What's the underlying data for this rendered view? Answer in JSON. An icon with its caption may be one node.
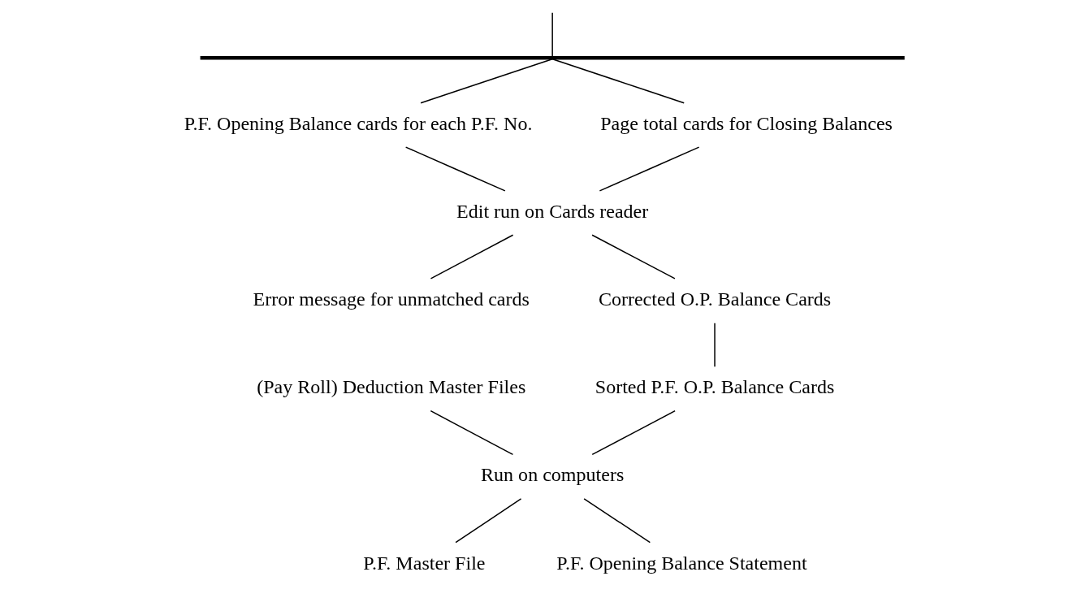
{
  "diagram": {
    "nodes": [
      {
        "text": [],
        "shape": "bar"
      },
      {
        "text": [
          "P.F. Opening Balance cards for each P.F. No."
        ]
      },
      {
        "text": [
          "Page total cards for Closing Balances"
        ]
      },
      {
        "text": [
          "Edit run on Cards reader"
        ]
      },
      {
        "text": [
          "Error message for unmatched cards"
        ]
      },
      {
        "text": [
          "Corrected O.P. Balance Cards"
        ]
      },
      {
        "text": [
          "Sorted P.F. O.P. Balance Cards"
        ]
      },
      {
        "text": [
          "(Pay Roll) Deduction Master Files"
        ]
      },
      {
        "text": [
          "Run on computers"
        ]
      },
      {
        "text": [
          "P.F. Master File"
        ]
      },
      {
        "text": [
          "P.F. Opening Balance Statement"
        ]
      }
    ],
    "edges": [
      {
        "from": null,
        "to": 0,
        "arrow": "none"
      },
      {
        "from": 0,
        "to": 1,
        "arrow": "none"
      },
      {
        "from": 0,
        "to": 2,
        "arrow": "none"
      },
      {
        "from": 1,
        "to": 3,
        "arrow": "none"
      },
      {
        "from": 2,
        "to": 3,
        "arrow": "none"
      },
      {
        "from": 3,
        "to": 4,
        "arrow": "none"
      },
      {
        "from": 3,
        "to": 5,
        "arrow": "none"
      },
      {
        "from": 5,
        "to": 6,
        "arrow": "none"
      },
      {
        "from": 7,
        "to": 8,
        "arrow": "none"
      },
      {
        "from": 6,
        "to": 8,
        "arrow": "none"
      },
      {
        "from": 8,
        "to": 9,
        "arrow": "none"
      },
      {
        "from": 8,
        "to": 10,
        "arrow": "none"
      }
    ]
  }
}
